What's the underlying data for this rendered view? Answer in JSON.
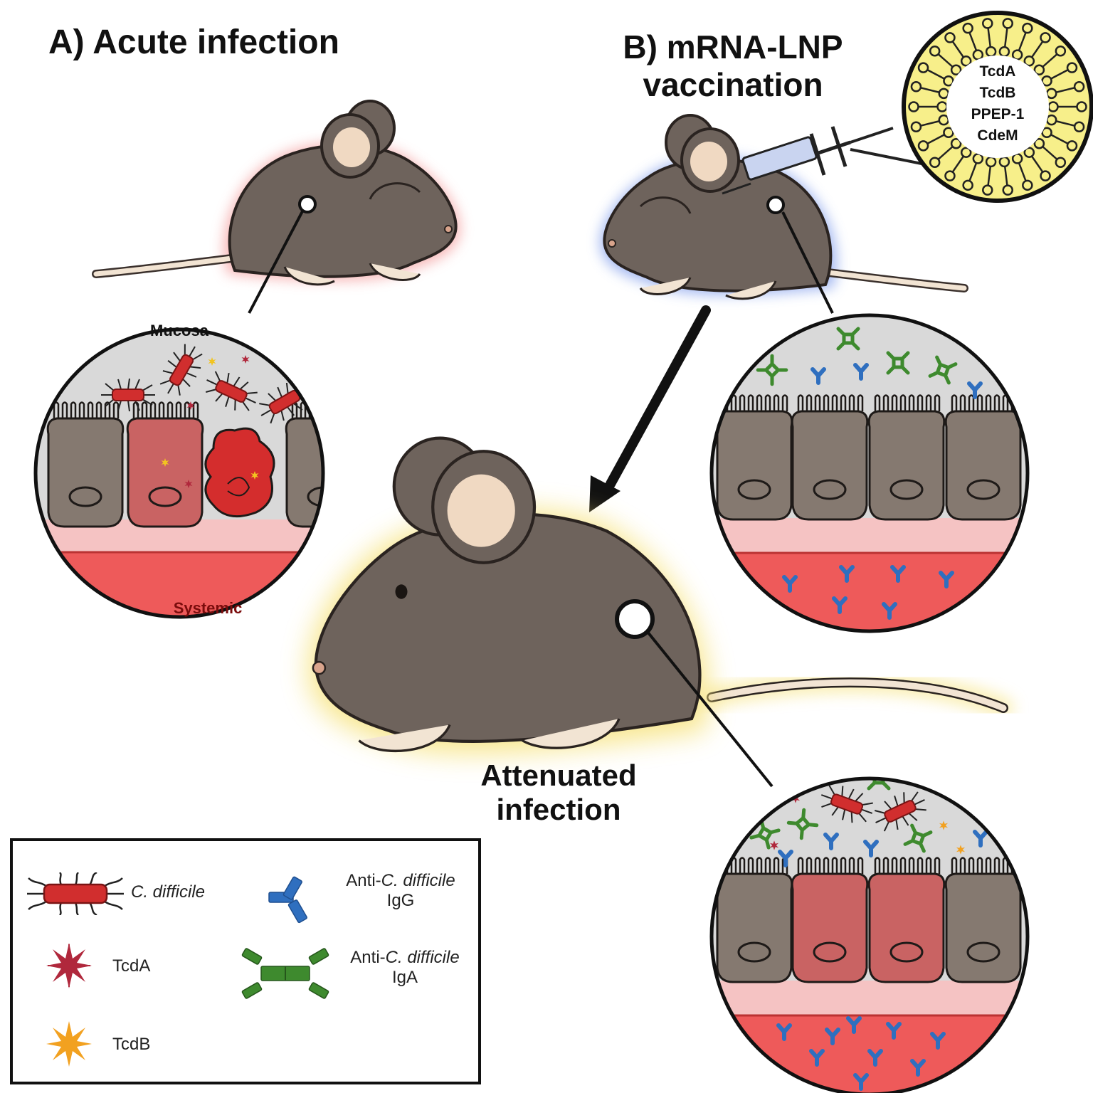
{
  "panels": {
    "acute": {
      "title": "A) Acute infection",
      "mucosa_label": "Mucosa",
      "systemic_label": "Systemic"
    },
    "vaccination": {
      "title_line1": "B) mRNA-LNP",
      "title_line2": "vaccination",
      "lnp_cargo": [
        "TcdA",
        "TcdB",
        "PPEP-1",
        "CdeM"
      ]
    },
    "attenuated": {
      "title_line1": "Attenuated",
      "title_line2": "infection"
    }
  },
  "legend": {
    "items": [
      {
        "icon": "c-difficile-bacterium-icon",
        "label_italic": "C. difficile",
        "label_prefix": "",
        "label_suffix": ""
      },
      {
        "icon": "tcda-toxin-icon",
        "label": "TcdA"
      },
      {
        "icon": "tcdb-toxin-icon",
        "label": "TcdB"
      },
      {
        "icon": "igg-antibody-icon",
        "label_prefix": "Anti-",
        "label_italic": "C. difficile",
        "label_suffix": "IgG"
      },
      {
        "icon": "iga-antibody-icon",
        "label_prefix": "Anti-",
        "label_italic": "C. difficile",
        "label_suffix": "IgA"
      }
    ]
  },
  "colors": {
    "mouse_fur": "#6e635c",
    "mouse_ear_inner": "#f0d9c2",
    "mouse_tail": "#f2e4d3",
    "glow_acute": "#f4a0a0",
    "glow_vaccine": "#8fa8ee",
    "glow_attenuated": "#f6e27a",
    "mucosa_bg": "#d9d9d9",
    "cell_healthy": "#857970",
    "cell_damaged": "#c96363",
    "systemic_pale": "#f5c3c3",
    "systemic_red": "#ee5a5a",
    "bacterium": "#d12e2e",
    "tcda": "#b0283c",
    "tcdb": "#f2a120",
    "igg": "#2f6fbf",
    "iga": "#3e8a2e",
    "lnp_fill": "#f7ef8a"
  }
}
